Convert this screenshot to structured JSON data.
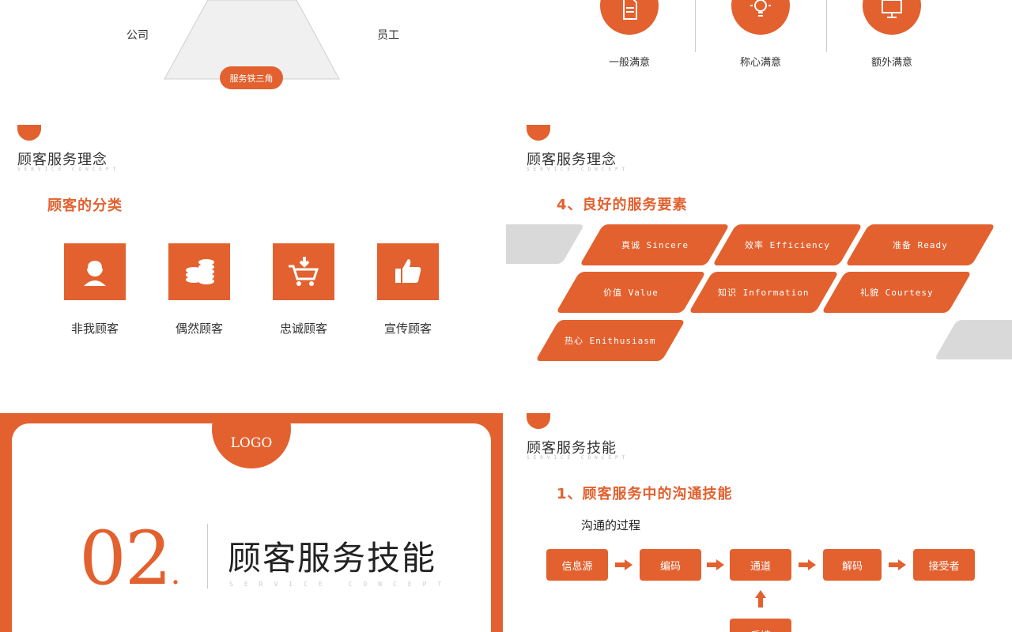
{
  "slide1": {
    "left_label": "公司",
    "right_label": "员工",
    "badge": "服务铁三角"
  },
  "slide2": {
    "items": [
      "一般满意",
      "称心满意",
      "额外满意"
    ]
  },
  "slide3": {
    "title": "顾客服务理念",
    "subtitle": "SERVICE CONCEPT",
    "heading": "顾客的分类",
    "categories": [
      "非我顾客",
      "偶然顾客",
      "忠诚顾客",
      "宣传顾客"
    ]
  },
  "slide4": {
    "title": "顾客服务理念",
    "subtitle": "SERVICE CONCEPT",
    "heading": "4、良好的服务要素",
    "elements": [
      "真诚 Sincere",
      "效率 Efficiency",
      "准备 Ready",
      "价值  Value",
      "知识 Information",
      "礼貌  Courtesy",
      "热心 Enithusiasm"
    ]
  },
  "slide5": {
    "logo": "LOGO",
    "number": "02",
    "dot": ".",
    "title": "顾客服务技能",
    "subtitle": "SERVICE CONCEPT"
  },
  "slide6": {
    "title": "顾客服务技能",
    "subtitle": "SERVICE CONCEPT",
    "heading": "1、顾客服务中的沟通技能",
    "process_label": "沟通的过程",
    "flow": [
      "信息源",
      "编码",
      "通道",
      "解码",
      "接受者"
    ],
    "feedback": "反馈"
  },
  "colors": {
    "accent": "#e2612f",
    "gray": "#d9d9d9"
  }
}
